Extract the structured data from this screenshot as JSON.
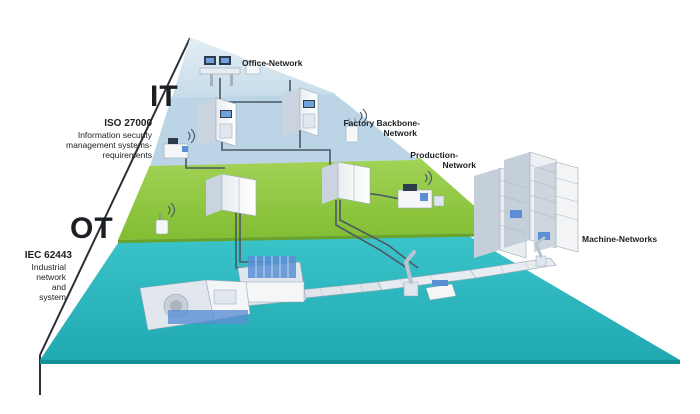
{
  "sections": {
    "it": {
      "title": "IT",
      "standard": "ISO 27000",
      "description": "Information security management systems-requirements"
    },
    "ot": {
      "title": "OT",
      "standard": "IEC 62443",
      "description": "Industrial network and system"
    }
  },
  "layers": {
    "office": "Office-Network",
    "backbone_line1": "Factory Backbone-",
    "backbone_line2": "Network",
    "production_line1": "Production-",
    "production_line2": "Network",
    "machine": "Machine-Networks"
  },
  "colors": {
    "office_layer": "#cfe3ee",
    "backbone_layer": "#bcd5e6",
    "production_layer": "#8fc73e",
    "machine_layer": "#2cb7bf",
    "cable": "#4b5866",
    "device_white": "#f4f6f8",
    "device_blue": "#5b8fd4"
  }
}
